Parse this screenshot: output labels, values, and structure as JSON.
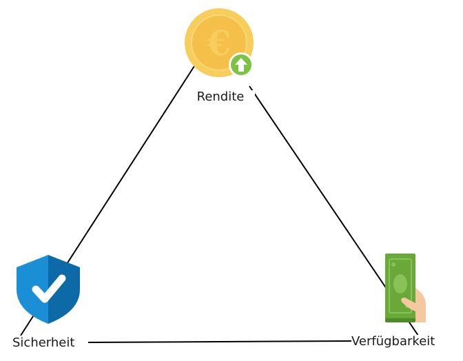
{
  "nodes": {
    "top": {
      "label": "Rendite",
      "icon": "euro-coin-arrow-up-icon"
    },
    "left": {
      "label": "Sicherheit",
      "icon": "shield-check-icon"
    },
    "right": {
      "label": "Verfügbarkeit",
      "icon": "cash-in-hand-icon"
    }
  },
  "colors": {
    "coin": "#f7cd5b",
    "coin_inner": "#f5c04a",
    "arrow_badge": "#7cc245",
    "shield_left": "#1b8fd6",
    "shield_right": "#0e6aa6",
    "cash": "#6aa83a",
    "cash_dark": "#4d8a29",
    "hand": "#f4c9a0",
    "line": "#000000"
  }
}
